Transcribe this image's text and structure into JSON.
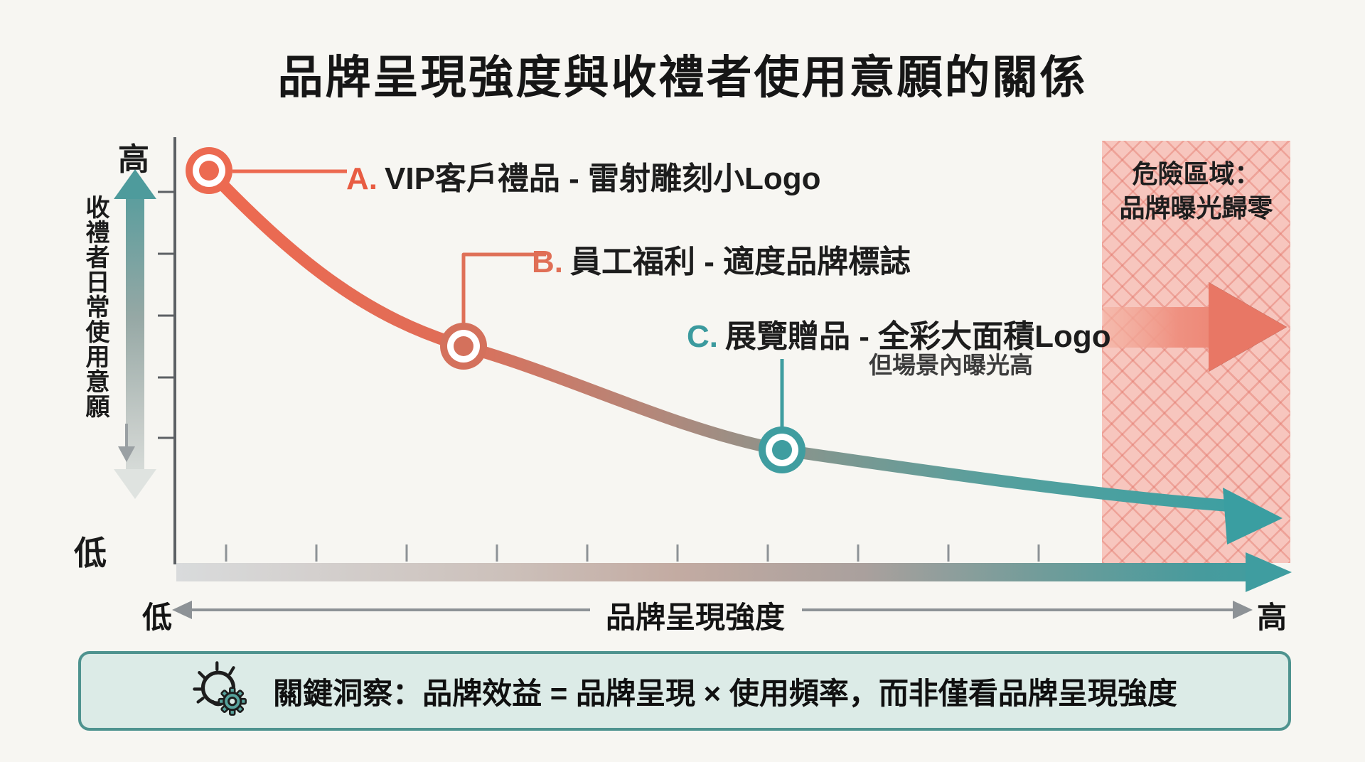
{
  "title": "品牌呈現強度與收禮者使用意願的關係",
  "y_axis": {
    "high": "高",
    "low": "低",
    "label": "收禮者日常使用意願"
  },
  "x_axis": {
    "low": "低",
    "label": "品牌呈現強度",
    "high": "高"
  },
  "points": [
    {
      "prefix": "A.",
      "label": "VIP客戶禮品 - 雷射雕刻小Logo"
    },
    {
      "prefix": "B.",
      "label": "員工福利 - 適度品牌標誌"
    },
    {
      "prefix": "C.",
      "label": "展覽贈品 - 全彩大面積Logo",
      "note": "但場景內曝光高"
    }
  ],
  "danger_zone": {
    "line1": "危險區域：",
    "line2": "品牌曝光歸零"
  },
  "insight": {
    "icon": "lightbulb-gear-icon",
    "text": "關鍵洞察：品牌效益 = 品牌呈現 × 使用頻率，而非僅看品牌呈現強度"
  },
  "colors": {
    "background": "#f7f6f2",
    "coral": "#ec6a51",
    "teal": "#3f9da0",
    "danger_bg": "#f7c6be",
    "danger_arrow": "#e87562",
    "insight_bg": "#dcebe7",
    "insight_border": "#4e938f",
    "axis_gray": "#5c6064"
  },
  "chart_data": {
    "type": "line",
    "title": "品牌呈現強度與收禮者使用意願的關係",
    "xlabel": "品牌呈現強度",
    "ylabel": "收禮者日常使用意願",
    "x_scale": [
      "低",
      "高"
    ],
    "y_scale": [
      "低",
      "高"
    ],
    "grid": "off",
    "legend": "none",
    "trend": "monotonic decreasing curve, color gradient coral to teal",
    "series": [
      {
        "name": "收禮者使用意願",
        "points": [
          {
            "id": "A",
            "x": 0.03,
            "y": 0.93,
            "label": "VIP客戶禮品 - 雷射雕刻小Logo"
          },
          {
            "id": "B",
            "x": 0.26,
            "y": 0.52,
            "label": "員工福利 - 適度品牌標誌"
          },
          {
            "id": "C",
            "x": 0.54,
            "y": 0.28,
            "label": "展覽贈品 - 全彩大面積Logo",
            "note": "但場景內曝光高"
          }
        ]
      }
    ],
    "danger_zone": {
      "x_start": 0.83,
      "x_end": 1.0,
      "label": "危險區域：品牌曝光歸零"
    },
    "annotation": "關鍵洞察：品牌效益 = 品牌呈現 × 使用頻率，而非僅看品牌呈現強度"
  }
}
